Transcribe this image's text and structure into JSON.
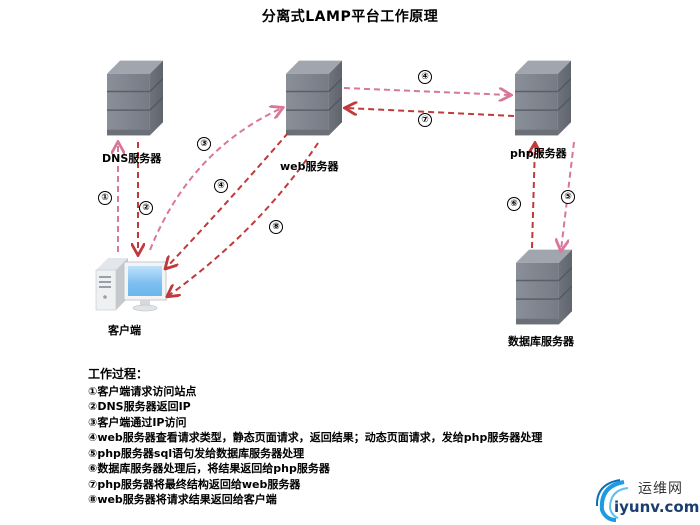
{
  "title": "分离式LAMP平台工作原理",
  "nodes": {
    "dns": {
      "label": "DNS服务器",
      "icon": "server-icon"
    },
    "web": {
      "label": "web服务器",
      "icon": "server-icon"
    },
    "php": {
      "label": "php服务器",
      "icon": "server-icon"
    },
    "db": {
      "label": "数据库服务器",
      "icon": "server-icon"
    },
    "client": {
      "label": "客户端",
      "icon": "desktop-computer-icon"
    }
  },
  "arrows": [
    {
      "step": "①",
      "from": "client",
      "to": "dns",
      "color": "#d9769a"
    },
    {
      "step": "②",
      "from": "dns",
      "to": "client",
      "color": "#c0393b"
    },
    {
      "step": "③",
      "from": "client",
      "to": "web",
      "color": "#d9769a"
    },
    {
      "step": "④",
      "from": "web",
      "to": "client",
      "color": "#c0393b"
    },
    {
      "step": "④",
      "from": "web",
      "to": "php",
      "color": "#d9769a"
    },
    {
      "step": "⑤",
      "from": "php",
      "to": "db",
      "color": "#d9769a"
    },
    {
      "step": "⑥",
      "from": "db",
      "to": "php",
      "color": "#c0393b"
    },
    {
      "step": "⑦",
      "from": "php",
      "to": "web",
      "color": "#c0393b"
    },
    {
      "step": "⑧",
      "from": "web",
      "to": "client",
      "color": "#c0393b"
    }
  ],
  "process": {
    "heading": "工作过程：",
    "items": [
      "①客户端请求访问站点",
      "②DNS服务器返回IP",
      "③客户端通过IP访问",
      "④web服务器查看请求类型，静态页面请求，返回结果；动态页面请求，发给php服务器处理",
      "⑤php服务器sql语句发给数据库服务器处理",
      "⑥数据库服务器处理后，将结果返回给php服务器",
      "⑦php服务器将最终结构返回给web服务器",
      "⑧web服务器将请求结果返回给客户端"
    ]
  },
  "watermark": {
    "cn": "运维网",
    "en": "iyunv.com"
  },
  "colors": {
    "request_arrow": "#d9769a",
    "response_arrow": "#c0393b",
    "server_front": "#7c818b",
    "server_side": "#676c75",
    "server_top": "#9a9ea6"
  }
}
